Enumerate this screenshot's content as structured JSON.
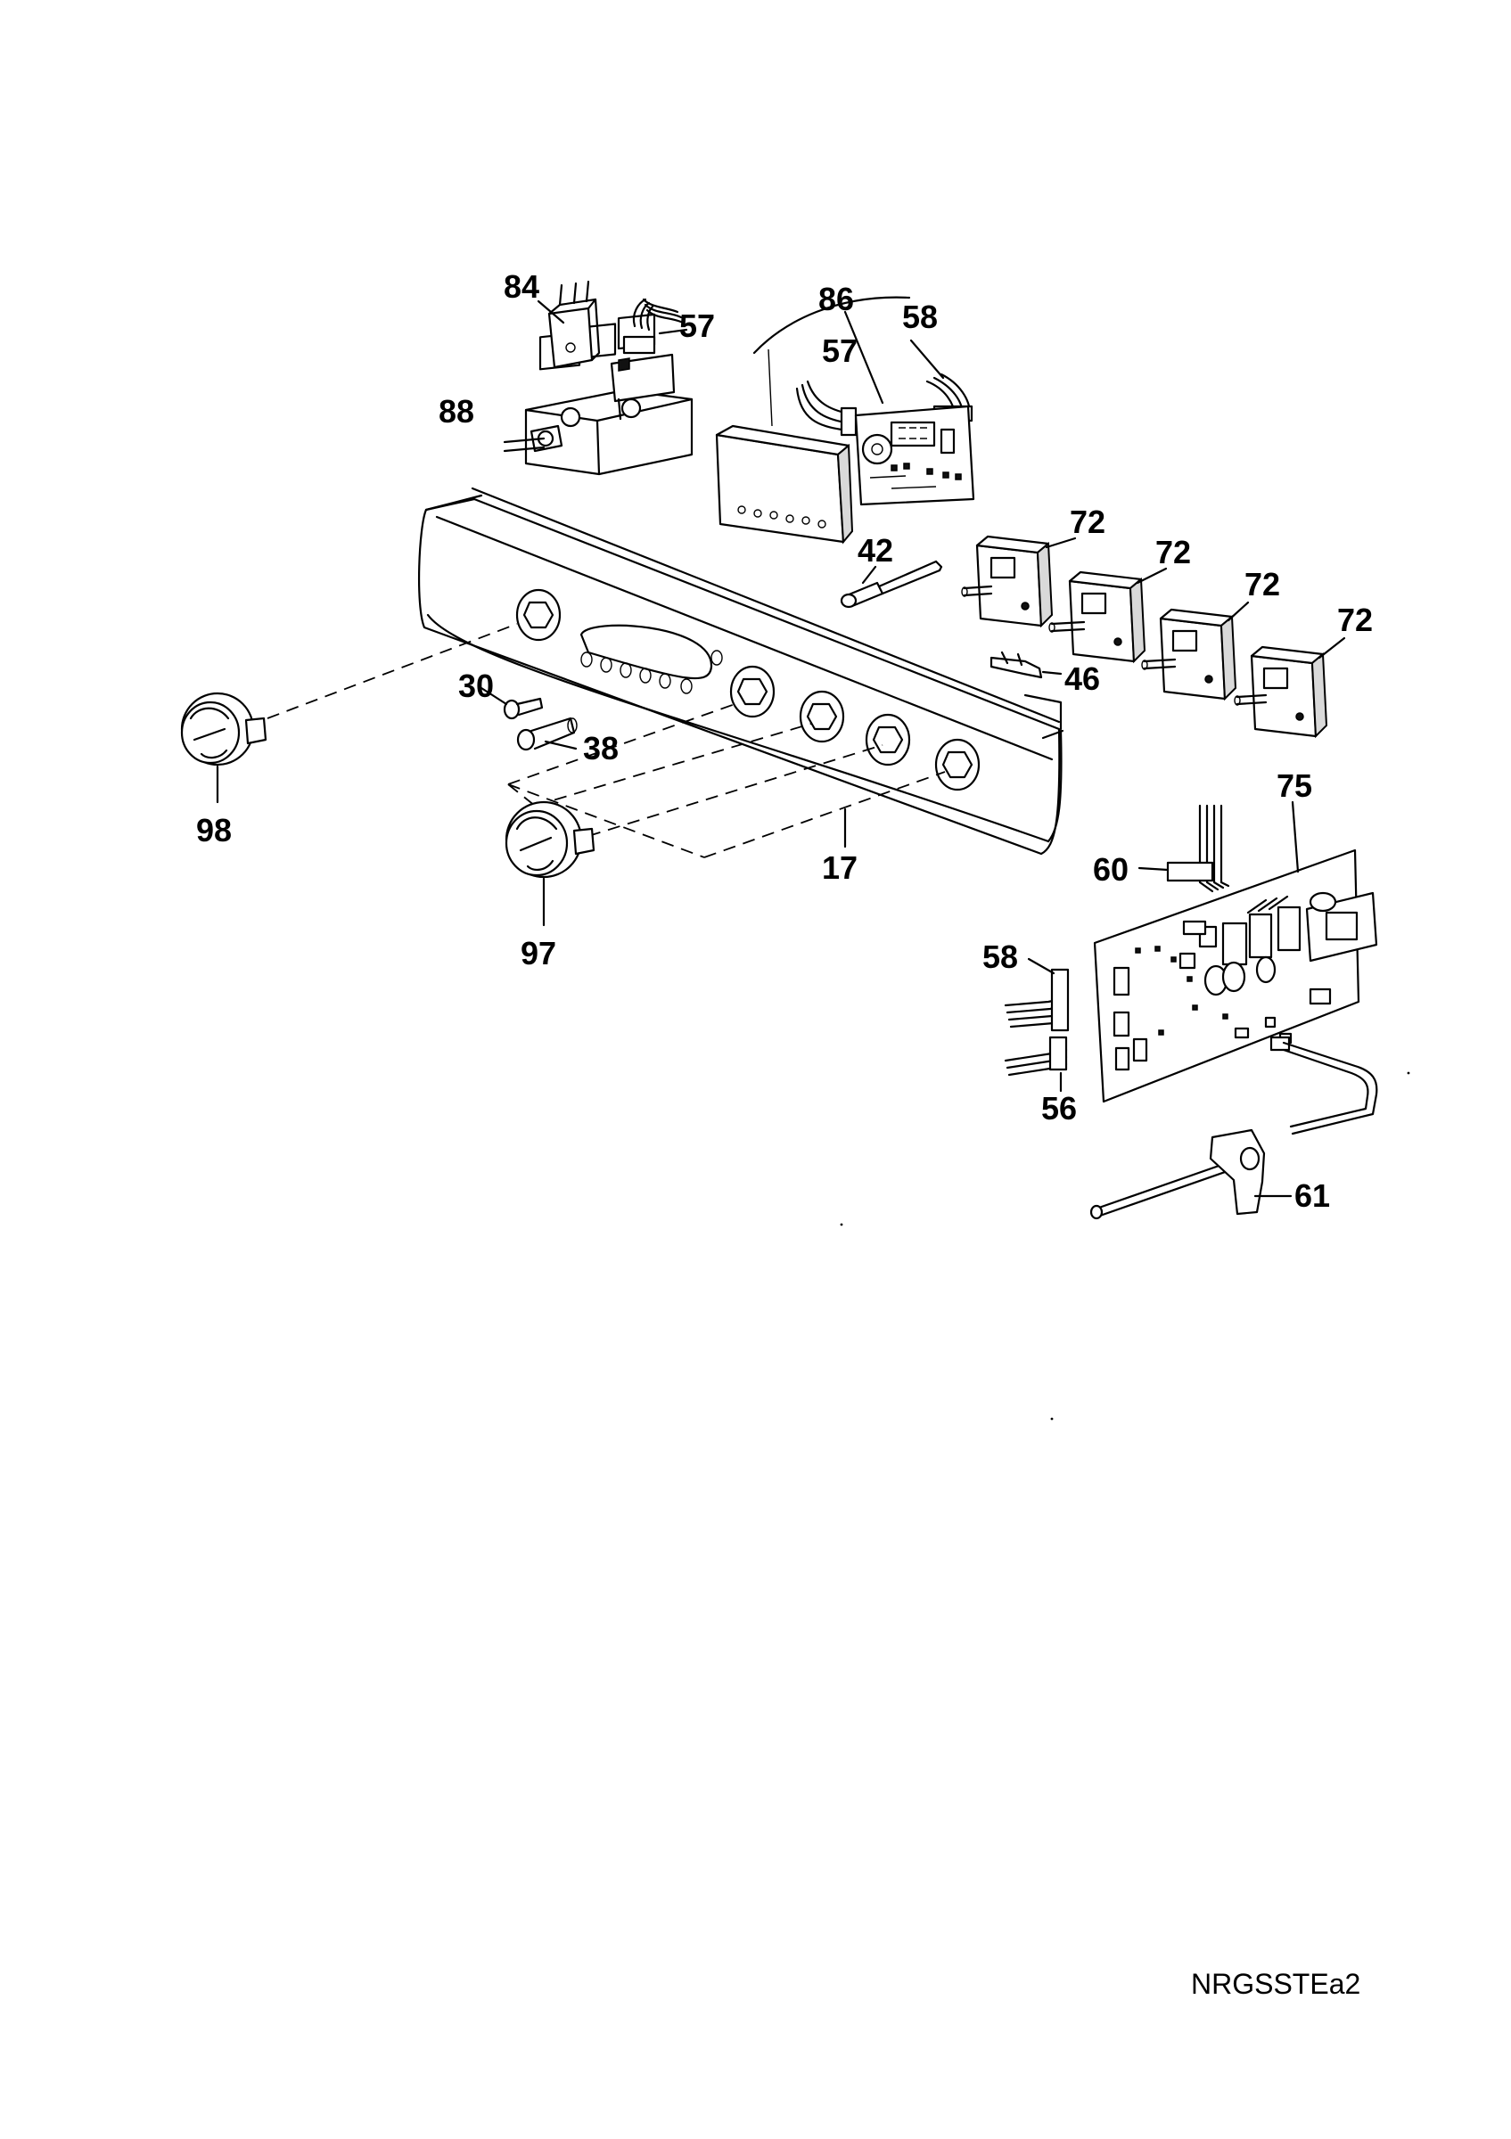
{
  "diagram": {
    "code": "NRGSSTEa2",
    "labels": {
      "p84": "84",
      "p57a": "57",
      "p86": "86",
      "p58a": "58",
      "p57b": "57",
      "p88": "88",
      "p42": "42",
      "p72a": "72",
      "p72b": "72",
      "p72c": "72",
      "p72d": "72",
      "p46": "46",
      "p30": "30",
      "p38": "38",
      "p98": "98",
      "p17": "17",
      "p97": "97",
      "p75": "75",
      "p60": "60",
      "p58b": "58",
      "p56": "56",
      "p61": "61"
    }
  }
}
